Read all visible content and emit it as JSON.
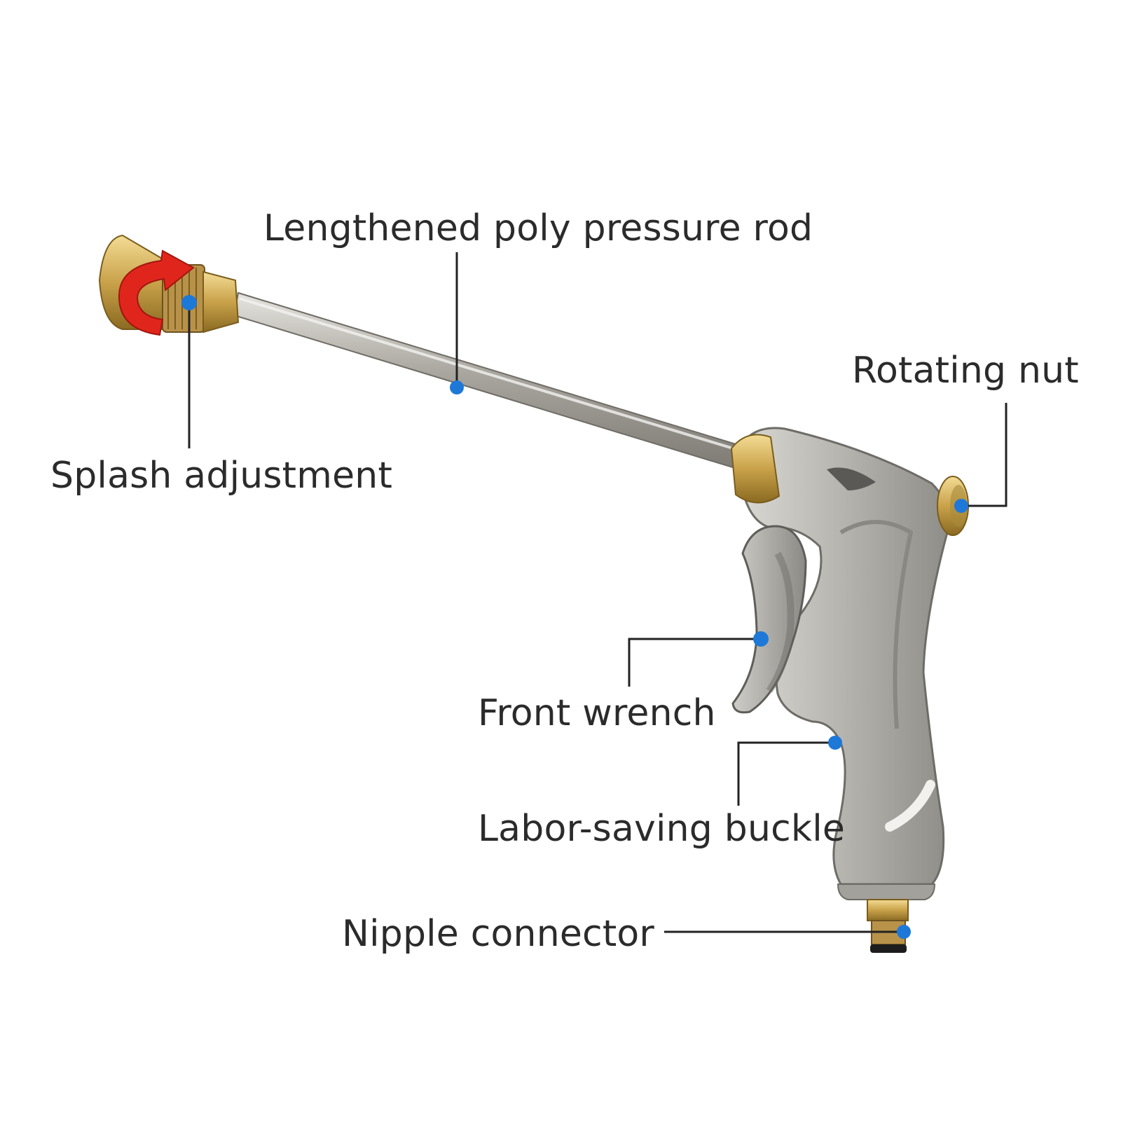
{
  "labels": {
    "pressure_rod": "Lengthened poly pressure rod",
    "rotating_nut": "Rotating nut",
    "splash_adjustment": "Splash adjustment",
    "front_wrench": "Front wrench",
    "labor_saving_buckle": "Labor-saving buckle",
    "nipple_connector": "Nipple connector"
  },
  "colors": {
    "marker": "#1e78d8",
    "leader_line": "#222222",
    "label_text": "#2b2b2b",
    "brass": "#c9a24a",
    "silver": "#b9b7b1",
    "rotation_arrow": "#e0261c"
  }
}
